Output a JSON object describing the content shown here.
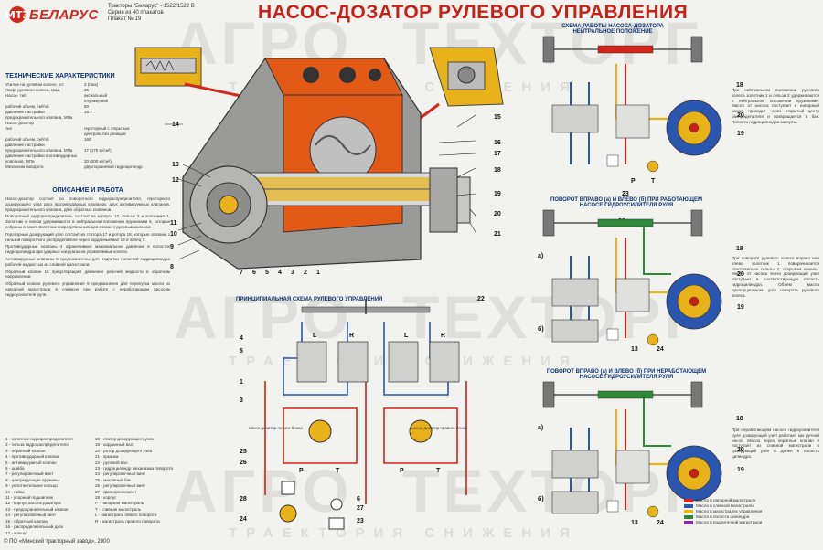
{
  "header": {
    "brand": "БЕЛАРУС",
    "brand_mark": "МТЗ",
    "series": [
      "Тракторы \"Беларус\" - 1522/1522 В",
      "Серия из 40 плакатов",
      "Плакат № 19"
    ],
    "title": "НАСОС-ДОЗАТОР РУЛЕВОГО УПРАВЛЕНИЯ"
  },
  "watermark": {
    "text_a": "АГРО",
    "text_b": "ТЕХТОРГ",
    "sub": "ТРАЕКТОРИЯ СНИЖЕНИЯ"
  },
  "specs": {
    "heading": "ТЕХНИЧЕСКИЕ ХАРАКТЕРИСТИКИ",
    "rows": [
      {
        "k": "Усилие на рулевом колесе, кгс",
        "v": "2 (max)"
      },
      {
        "k": "Люфт рулевого колеса, град",
        "v": "25"
      },
      {
        "k": "Насос- тип",
        "v": "аксиальный"
      },
      {
        "k": "",
        "v": "плунжерный"
      },
      {
        "k": "рабочий объем, см³/об",
        "v": "80"
      },
      {
        "k": "давление настройки",
        "v": "16.7"
      },
      {
        "k": "предохранительного клапана, МПа",
        "v": ""
      },
      {
        "k": "Насос-дозатор",
        "v": ""
      },
      {
        "k": "тип",
        "v": "героторный с открытым"
      },
      {
        "k": "",
        "v": "центром, без реакции"
      },
      {
        "k": "рабочий объем, см³/об",
        "v": "160"
      },
      {
        "k": "давление настройки",
        "v": ""
      },
      {
        "k": "предохранительного клапана, МПа",
        "v": "17 (170 кг/см²)"
      },
      {
        "k": "давление настройки противоударных",
        "v": ""
      },
      {
        "k": "клапанов, МПа",
        "v": "20 (200 кг/см²)"
      },
      {
        "k": "Механизм поворота",
        "v": "двухпоршневой гидроцилиндр"
      }
    ]
  },
  "description": {
    "heading": "ОПИСАНИЕ И РАБОТА",
    "paragraphs": [
      "Насос-дозатор состоит из поворотного гидрораспределителя, героторного дозирующего узла двух противоударных клапанов, двух антивакуумных клапанов, предохранительного клапана, двух обратных клапанов.",
      "Поворотный гидрораспределитель состоит из корпуса 12, гильзы 2 и золотника 1. Золотник и гильза удерживаются в нейтральном положении пружинами 6, которые собраны в пакет. Золотник посредством шлицев связан с рулевым колесом.",
      "Героторный дозирующий узел состоит из статора 17 и ротора 18, которые связаны с гильзой поворотного распределителя через карданный вал 19 и палец 7.",
      "Противоударные клапаны 4 ограничивают максимальное давление в полостях гидроцилиндра при ударных нагрузках на управляемые колеса.",
      "Антивакуумные клапаны 5 предназначены для подпитки полостей гидроцилиндра рабочей жидкостью из сливной магистрали.",
      "Обратный клапан 15 предотвращает движение рабочей жидкости в обратном направлении.",
      "Обратный клапан рулевого управления 9 предназначен для перепуска масла из напорной магистрали в сливную при работе с неработающим насосом гидроусилителя руля."
    ]
  },
  "legend_left": [
    "1 - золотник гидрораспределителя",
    "2 - гильза гидрораспределителя",
    "3 - обратный клапан",
    "4 - противоударный клапан",
    "5 - антивакуумный клапан",
    "6 - шайба",
    "7 - регулировочный винт",
    "8 - центрирующие пружины",
    "9 - уплотнительное кольцо",
    "10 - гайка",
    "11 - упорный подшипник",
    "12 - корпус насоса-дозатора",
    "13 - предохранительный клапан",
    "14 - регулировочный винт",
    "15 - обратный клапан",
    "16 - распределительный диск",
    "17 - кольцо"
  ],
  "legend_right": [
    "18 - статор дозирующего узла",
    "19 - карданный вал",
    "20 - ротор дозирующего узла",
    "21 - крышка",
    "22 - рулевой вал",
    "23 - гидроцилиндр механизма поворота",
    "24 - регулировочный винт",
    "25 - масляный бак",
    "26 - регулировочный винт",
    "27 - фильтроэлемент",
    "28 - корпус",
    "P - напорная магистраль",
    "T - сливная магистраль",
    "L - магистраль левого поворота",
    "R - магистраль правого поворота"
  ],
  "scheme_title": "ПРИНЦИПИАЛЬНАЯ СХЕМА РУЛЕВОГО УПРАВЛЕНИЯ",
  "scheme_notes": {
    "left": "насос-дозатор левого блока",
    "right": "насос-дозатор правого блока"
  },
  "panels": [
    {
      "title_a": "СХЕМА РАБОТЫ НАСОСА-ДОЗАТОРА",
      "title_b": "НЕЙТРАЛЬНОЕ ПОЛОЖЕНИЕ"
    },
    {
      "title_a": "ПОВОРОТ ВПРАВО (а) И ВЛЕВО (б) ПРИ РАБОТАЮЩЕМ",
      "title_b": "НАСОСЕ ГИДРОУСИЛИТЕЛЯ РУЛЯ"
    },
    {
      "title_a": "ПОВОРОТ ВПРАВО (а) И ВЛЕВО (б) ПРИ НЕРАБОТАЮЩЕМ",
      "title_b": "НАСОСЕ ГИДРОУСИЛИТЕЛЯ РУЛЯ"
    }
  ],
  "right_text": [
    "При нейтральном положении рулевого колеса золотник 1 и гильза 2 удерживаются в нейтральном положении пружинами. Масло от насоса поступает в напорный канал, проходит через открытый центр распределителя и возвращается в бак. Полости гидроцилиндра заперты.",
    "При повороте рулевого колеса вправо или влево золотник 1 поворачивается относительно гильзы 2, открывая каналы. Масло от насоса через дозирующий узел поступает в соответствующую полость гидроцилиндра. Объём масла пропорционален углу поворота рулевого колеса.",
    "При неработающем насосе гидроусилителя руля дозирующий узел работает как ручной насос. Масло через обратный клапан 9 поступает из сливной магистрали в дозирующий узел и далее в полость цилиндра."
  ],
  "flow_legend": [
    {
      "label": "Масло в напорной магистрали",
      "color": "#d4231a"
    },
    {
      "label": "Масло в сливной магистрали",
      "color": "#2a56b0"
    },
    {
      "label": "Масло в магистралях управления",
      "color": "#e8b21a"
    },
    {
      "label": "Масло в полости цилиндра",
      "color": "#2f8a3a"
    },
    {
      "label": "Масло в подпиточной магистрали",
      "color": "#8a2b9e"
    }
  ],
  "copyright": "© ПО «Минский тракторный завод», 2000",
  "colors": {
    "red": "#d4231a",
    "orange": "#e35a17",
    "yellow": "#e8b21a",
    "blue": "#2a56b0",
    "green": "#2f8a3a",
    "title": "#c52118",
    "navy": "#0f3472"
  }
}
